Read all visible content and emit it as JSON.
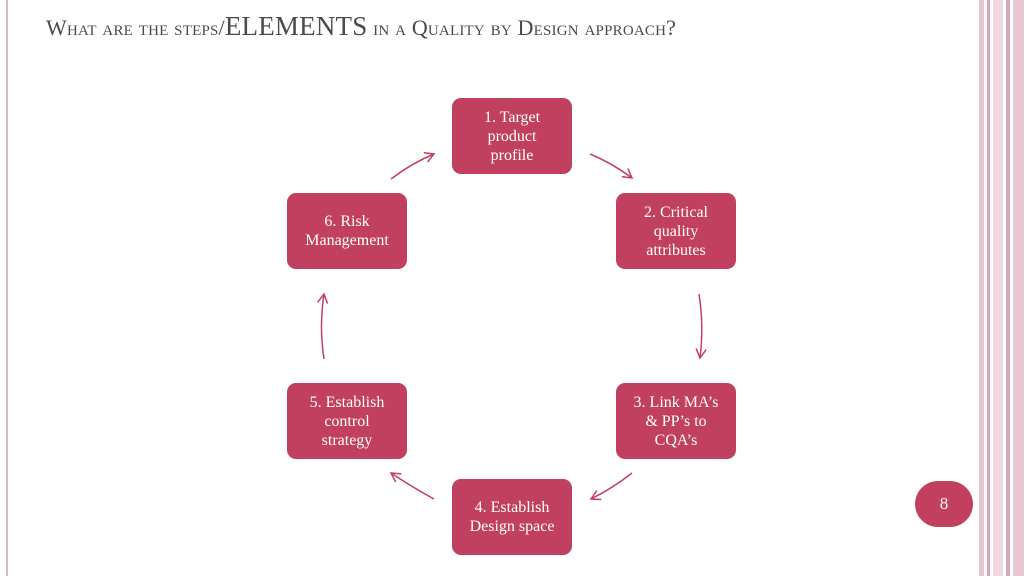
{
  "slide": {
    "title_part1": "What are the steps/",
    "title_part2": "ELEMENTS",
    "title_part3": " in a Quality by Design approach?",
    "page_number": "8"
  },
  "diagram": {
    "type": "cycle",
    "steps": [
      {
        "label": "1. Target\nproduct\nprofile"
      },
      {
        "label": "2. Critical\nquality\nattributes"
      },
      {
        "label": "3. Link MA’s\n& PP’s to\nCQA’s"
      },
      {
        "label": "4. Establish\nDesign space"
      },
      {
        "label": "5. Establish\ncontrol\nstrategy"
      },
      {
        "label": "6. Risk\nManagement"
      }
    ]
  },
  "colors": {
    "step_fill": "#c2405f",
    "arrow": "#c2405f",
    "title_text": "#4a4a4a",
    "border_stripe": "#e0b8c4"
  }
}
